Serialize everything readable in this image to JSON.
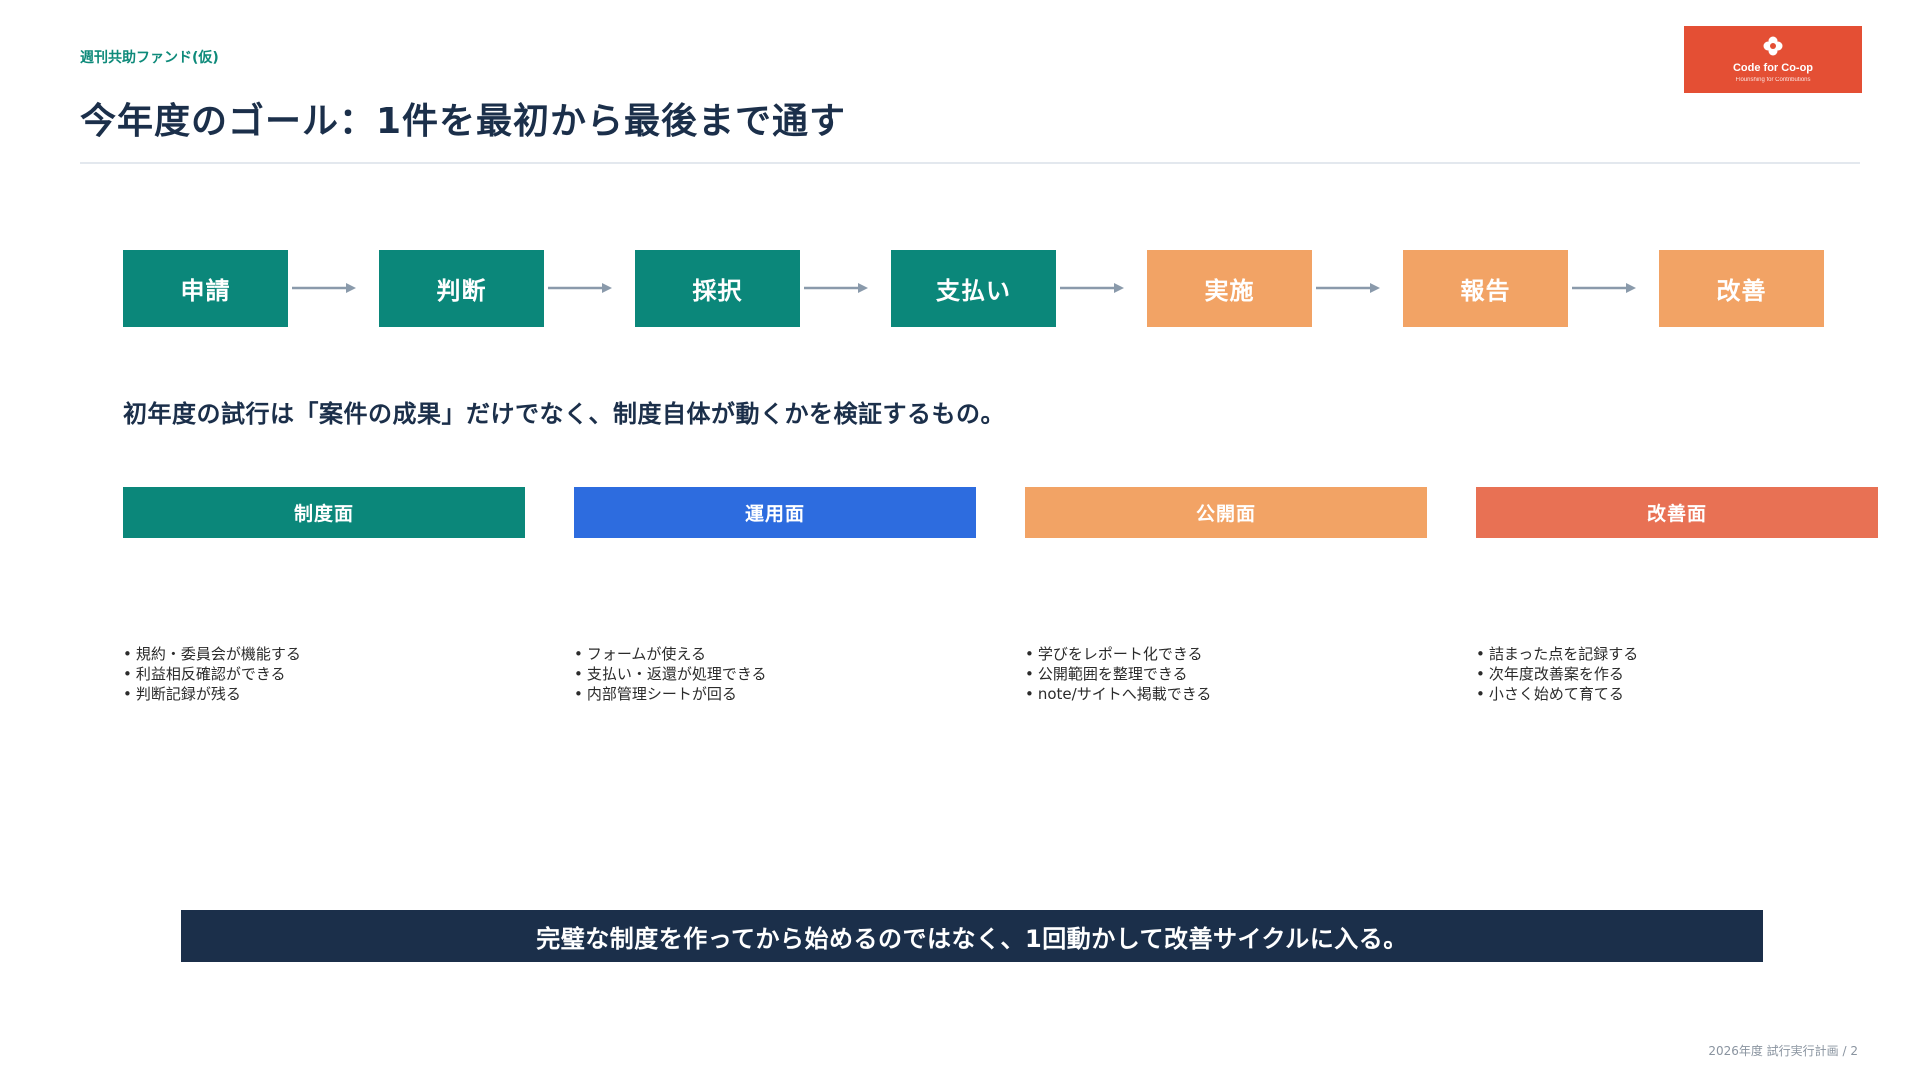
{
  "header": {
    "label": "週刊共助ファンド(仮)",
    "title": "今年度のゴール：1件を最初から最後まで通す"
  },
  "logo": {
    "name": "Code for Co-op",
    "tagline": "Flourishing for Contributions",
    "icon": "flower-icon",
    "color": "#e44f34"
  },
  "flow": {
    "steps": [
      {
        "label": "申請",
        "color": "#0b877a"
      },
      {
        "label": "判断",
        "color": "#0b877a"
      },
      {
        "label": "採択",
        "color": "#0b877a"
      },
      {
        "label": "支払い",
        "color": "#0b877a"
      },
      {
        "label": "実施",
        "color": "#f2a365"
      },
      {
        "label": "報告",
        "color": "#f2a365"
      },
      {
        "label": "改善",
        "color": "#f2a365"
      }
    ],
    "arrow_icon": "arrow-right-icon"
  },
  "intro": {
    "text": "初年度の試行は「案件の成果」だけでなく、制度自体が動くかを検証するもの。"
  },
  "aspects": [
    {
      "title": "制度面",
      "color": "#0b877a",
      "items": [
        "規約・委員会が機能する",
        "利益相反確認ができる",
        "判断記録が残る"
      ]
    },
    {
      "title": "運用面",
      "color": "#2d6cdf",
      "items": [
        "フォームが使える",
        "支払い・返還が処理できる",
        "内部管理シートが回る"
      ]
    },
    {
      "title": "公開面",
      "color": "#f2a365",
      "items": [
        "学びをレポート化できる",
        "公開範囲を整理できる",
        "note/サイトへ掲載できる"
      ]
    },
    {
      "title": "改善面",
      "color": "#e87154",
      "items": [
        "詰まった点を記録する",
        "次年度改善案を作る",
        "小さく始めて育てる"
      ]
    }
  ],
  "banner": {
    "text": "完璧な制度を作ってから始めるのではなく、1回動かして改善サイクルに入る。"
  },
  "footer": {
    "page": "2026年度 試行実行計画 / 2"
  }
}
